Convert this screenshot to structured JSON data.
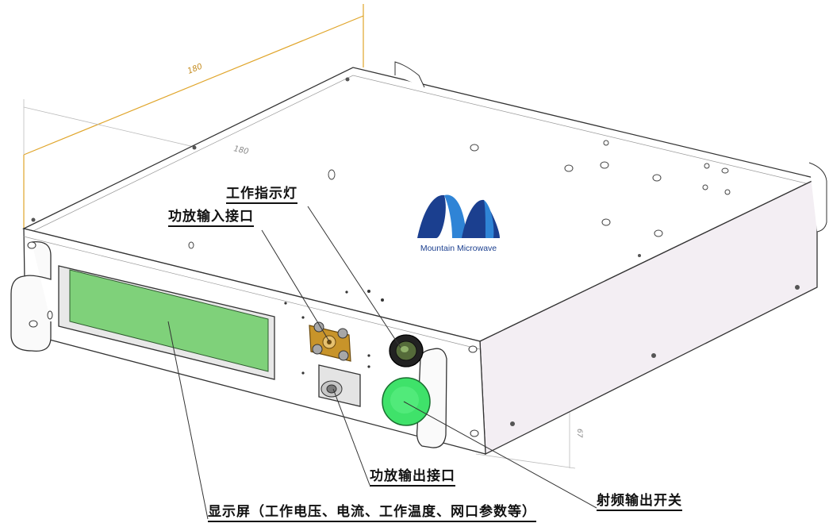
{
  "dimensions": {
    "length": "180",
    "width": "180",
    "height": "67"
  },
  "logo": {
    "brand": "Mountain Microwave",
    "color_dark": "#1b3f8f",
    "color_light": "#2f84d6"
  },
  "callouts": {
    "indicator": "工作指示灯",
    "input_port": "功放输入接口",
    "output_port": "功放输出接口",
    "rf_switch": "射频输出开关",
    "display": "显示屏（工作电压、电流、工作温度、网口参数等）"
  },
  "colors": {
    "display_green": "#7fd17a",
    "button_green": "#3fe26a",
    "connector_gold": "#c8942a",
    "side_panel": "#f3eef3",
    "dimension_line": "#e0a52a"
  }
}
